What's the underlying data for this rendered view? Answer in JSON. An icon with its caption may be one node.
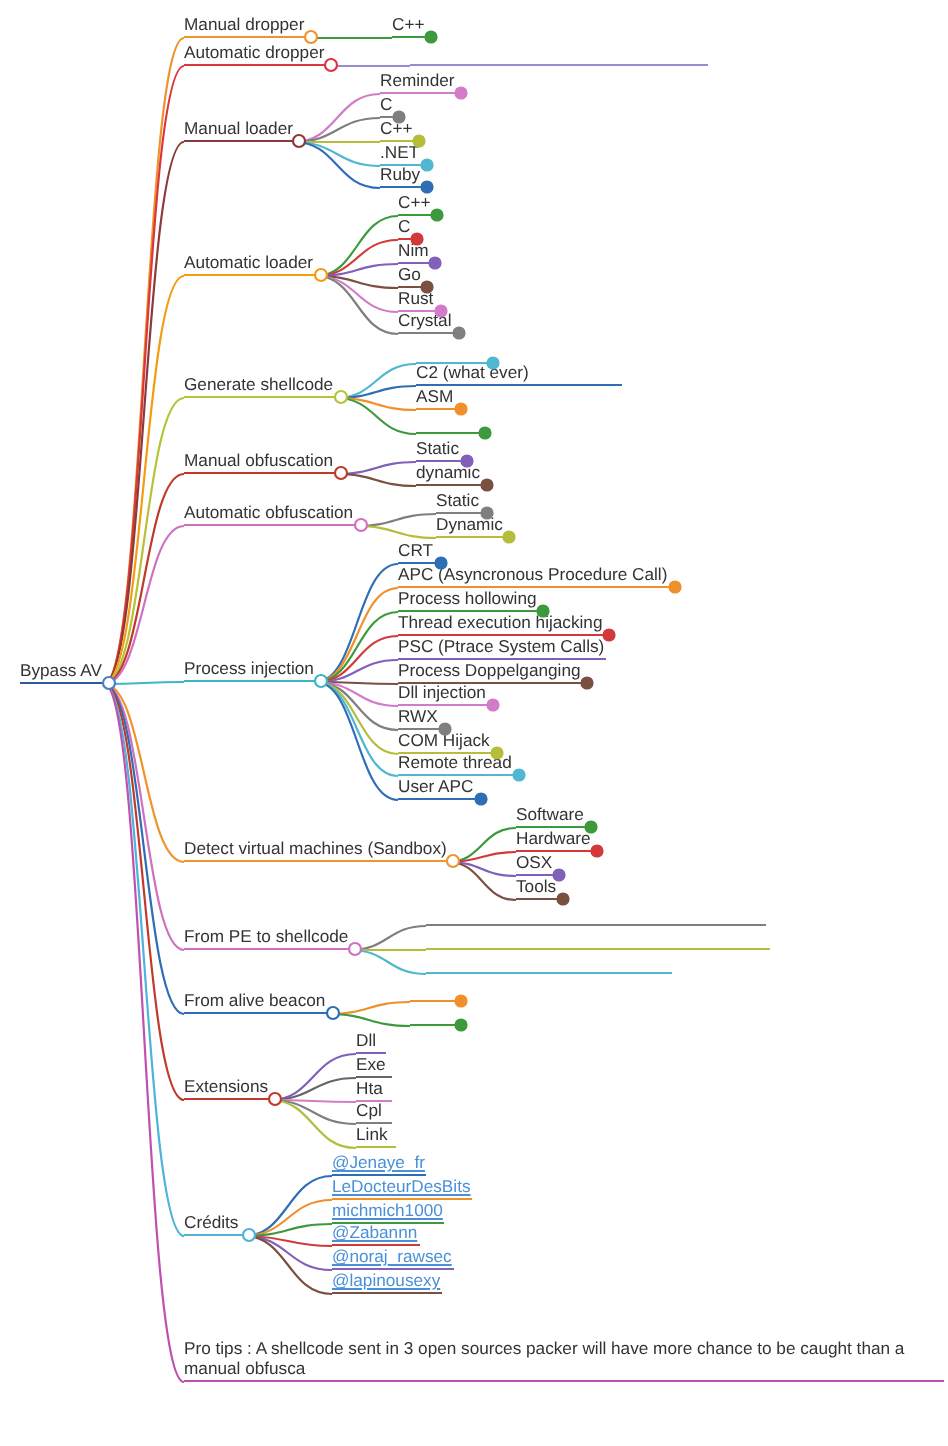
{
  "diagram": {
    "nodes": [
      {
        "text": [
          "Bypass AV"
        ]
      },
      {
        "text": [
          "Manual dropper"
        ]
      },
      {
        "text": [
          "C++"
        ]
      },
      {
        "text": [
          "Automatic dropper"
        ]
      },
      {
        "text": [],
        "shape": "line"
      },
      {
        "text": [
          "Manual loader"
        ]
      },
      {
        "text": [
          "Reminder"
        ]
      },
      {
        "text": [
          "C"
        ]
      },
      {
        "text": [
          "C++"
        ]
      },
      {
        "text": [
          ".NET"
        ]
      },
      {
        "text": [
          "Ruby"
        ]
      },
      {
        "text": [
          "Automatic loader"
        ]
      },
      {
        "text": [
          "C++"
        ]
      },
      {
        "text": [
          "C"
        ]
      },
      {
        "text": [
          "Nim"
        ]
      },
      {
        "text": [
          "Go"
        ]
      },
      {
        "text": [
          "Rust"
        ]
      },
      {
        "text": [
          "Crystal"
        ]
      },
      {
        "text": [
          "Generate shellcode"
        ]
      },
      {
        "text": [],
        "shape": "circle"
      },
      {
        "text": [
          "C2 (what ever)"
        ]
      },
      {
        "text": [
          "ASM"
        ]
      },
      {
        "text": [],
        "shape": "circle"
      },
      {
        "text": [
          "Manual obfuscation"
        ]
      },
      {
        "text": [
          "Static"
        ]
      },
      {
        "text": [
          "dynamic"
        ]
      },
      {
        "text": [
          "Automatic obfuscation"
        ]
      },
      {
        "text": [
          "Static"
        ]
      },
      {
        "text": [
          "Dynamic"
        ]
      },
      {
        "text": [
          "Process injection"
        ]
      },
      {
        "text": [
          "CRT"
        ]
      },
      {
        "text": [
          "APC (Asyncronous Procedure Call)"
        ]
      },
      {
        "text": [
          "Process hollowing"
        ]
      },
      {
        "text": [
          "Thread execution hijacking"
        ]
      },
      {
        "text": [
          "PSC (Ptrace System Calls)"
        ]
      },
      {
        "text": [
          "Process Doppelganging"
        ]
      },
      {
        "text": [
          "Dll injection"
        ]
      },
      {
        "text": [
          "RWX"
        ]
      },
      {
        "text": [
          "COM Hijack"
        ]
      },
      {
        "text": [
          "Remote thread"
        ]
      },
      {
        "text": [
          "User APC"
        ]
      },
      {
        "text": [
          "Detect virtual machines (Sandbox)"
        ]
      },
      {
        "text": [
          "Software"
        ]
      },
      {
        "text": [
          "Hardware"
        ]
      },
      {
        "text": [
          "OSX"
        ]
      },
      {
        "text": [
          "Tools"
        ]
      },
      {
        "text": [
          "From PE to shellcode"
        ]
      },
      {
        "text": [],
        "shape": "line"
      },
      {
        "text": [],
        "shape": "line"
      },
      {
        "text": [],
        "shape": "line"
      },
      {
        "text": [
          "From alive beacon"
        ]
      },
      {
        "text": [],
        "shape": "circle"
      },
      {
        "text": [],
        "shape": "circle"
      },
      {
        "text": [
          "Extensions"
        ]
      },
      {
        "text": [
          "Dll"
        ]
      },
      {
        "text": [
          "Exe"
        ]
      },
      {
        "text": [
          "Hta"
        ]
      },
      {
        "text": [
          "Cpl"
        ]
      },
      {
        "text": [
          "Link"
        ]
      },
      {
        "text": [
          "Crédits"
        ]
      },
      {
        "text": [
          "@Jenaye_fr"
        ]
      },
      {
        "text": [
          "LeDocteurDesBits"
        ]
      },
      {
        "text": [
          "michmich1000"
        ]
      },
      {
        "text": [
          "@Zabannn"
        ]
      },
      {
        "text": [
          "@noraj_rawsec"
        ]
      },
      {
        "text": [
          "@lapinousexy"
        ]
      },
      {
        "text": [
          "Pro tips : A shellcode sent in 3 open sources packer will have more chance to be caught than a manual obfusca"
        ]
      }
    ],
    "edges": [
      {
        "from": 0,
        "to": 1,
        "arrow": "none",
        "color": "#f0932b"
      },
      {
        "from": 1,
        "to": 2,
        "arrow": "none",
        "color": "#3c9a3c"
      },
      {
        "from": 0,
        "to": 3,
        "arrow": "none",
        "color": "#d9363e"
      },
      {
        "from": 3,
        "to": 4,
        "arrow": "none",
        "color": "#9b8ad0"
      },
      {
        "from": 0,
        "to": 5,
        "arrow": "none",
        "color": "#8b3a3a"
      },
      {
        "from": 5,
        "to": 6,
        "arrow": "none",
        "color": "#d27bc8"
      },
      {
        "from": 5,
        "to": 7,
        "arrow": "none",
        "color": "#7f7f7f"
      },
      {
        "from": 5,
        "to": 8,
        "arrow": "none",
        "color": "#b5bd3a"
      },
      {
        "from": 5,
        "to": 9,
        "arrow": "none",
        "color": "#4fb8d0"
      },
      {
        "from": 5,
        "to": 10,
        "arrow": "none",
        "color": "#2f6db5"
      },
      {
        "from": 0,
        "to": 11,
        "arrow": "none",
        "color": "#f39c12"
      },
      {
        "from": 11,
        "to": 12,
        "arrow": "none",
        "color": "#3c9a3c"
      },
      {
        "from": 11,
        "to": 13,
        "arrow": "none",
        "color": "#d23a3a"
      },
      {
        "from": 11,
        "to": 14,
        "arrow": "none",
        "color": "#8060b8"
      },
      {
        "from": 11,
        "to": 15,
        "arrow": "none",
        "color": "#7a5040"
      },
      {
        "from": 11,
        "to": 16,
        "arrow": "none",
        "color": "#d27bc8"
      },
      {
        "from": 11,
        "to": 17,
        "arrow": "none",
        "color": "#7f7f7f"
      },
      {
        "from": 0,
        "to": 18,
        "arrow": "none",
        "color": "#b5c334"
      },
      {
        "from": 18,
        "to": 19,
        "arrow": "none",
        "color": "#4fb8d0"
      },
      {
        "from": 18,
        "to": 20,
        "arrow": "none",
        "color": "#2f6db5"
      },
      {
        "from": 18,
        "to": 21,
        "arrow": "none",
        "color": "#f0902a"
      },
      {
        "from": 18,
        "to": 22,
        "arrow": "none",
        "color": "#3c9a3c"
      },
      {
        "from": 0,
        "to": 23,
        "arrow": "none",
        "color": "#c0392b"
      },
      {
        "from": 23,
        "to": 24,
        "arrow": "none",
        "color": "#8060b8"
      },
      {
        "from": 23,
        "to": 25,
        "arrow": "none",
        "color": "#7a5040"
      },
      {
        "from": 0,
        "to": 26,
        "arrow": "none",
        "color": "#d070c0"
      },
      {
        "from": 26,
        "to": 27,
        "arrow": "none",
        "color": "#7f7f7f"
      },
      {
        "from": 26,
        "to": 28,
        "arrow": "none",
        "color": "#b5bd3a"
      },
      {
        "from": 0,
        "to": 29,
        "arrow": "none",
        "color": "#3cb5c8"
      },
      {
        "from": 29,
        "to": 30,
        "arrow": "none",
        "color": "#2f6db5"
      },
      {
        "from": 29,
        "to": 31,
        "arrow": "none",
        "color": "#f0902a"
      },
      {
        "from": 29,
        "to": 32,
        "arrow": "none",
        "color": "#3c9a3c"
      },
      {
        "from": 29,
        "to": 33,
        "arrow": "none",
        "color": "#d23a3a"
      },
      {
        "from": 29,
        "to": 34,
        "arrow": "none",
        "color": "#8060b8"
      },
      {
        "from": 29,
        "to": 35,
        "arrow": "none",
        "color": "#7a5040"
      },
      {
        "from": 29,
        "to": 36,
        "arrow": "none",
        "color": "#d27bc8"
      },
      {
        "from": 29,
        "to": 37,
        "arrow": "none",
        "color": "#7f7f7f"
      },
      {
        "from": 29,
        "to": 38,
        "arrow": "none",
        "color": "#b5bd3a"
      },
      {
        "from": 29,
        "to": 39,
        "arrow": "none",
        "color": "#4fb8d0"
      },
      {
        "from": 29,
        "to": 40,
        "arrow": "none",
        "color": "#2f6db5"
      },
      {
        "from": 0,
        "to": 41,
        "arrow": "none",
        "color": "#f0932b"
      },
      {
        "from": 41,
        "to": 42,
        "arrow": "none",
        "color": "#3c9a3c"
      },
      {
        "from": 41,
        "to": 43,
        "arrow": "none",
        "color": "#d23a3a"
      },
      {
        "from": 41,
        "to": 44,
        "arrow": "none",
        "color": "#8060b8"
      },
      {
        "from": 41,
        "to": 45,
        "arrow": "none",
        "color": "#7a5040"
      },
      {
        "from": 0,
        "to": 46,
        "arrow": "none",
        "color": "#d070c0"
      },
      {
        "from": 46,
        "to": 47,
        "arrow": "none",
        "color": "#7f7f7f"
      },
      {
        "from": 46,
        "to": 48,
        "arrow": "none",
        "color": "#b5bd3a"
      },
      {
        "from": 46,
        "to": 49,
        "arrow": "none",
        "color": "#4fb8d0"
      },
      {
        "from": 0,
        "to": 50,
        "arrow": "none",
        "color": "#2f6db5"
      },
      {
        "from": 50,
        "to": 51,
        "arrow": "none",
        "color": "#f0902a"
      },
      {
        "from": 50,
        "to": 52,
        "arrow": "none",
        "color": "#3c9a3c"
      },
      {
        "from": 0,
        "to": 53,
        "arrow": "none",
        "color": "#c0392b"
      },
      {
        "from": 53,
        "to": 54,
        "arrow": "none",
        "color": "#8060b8"
      },
      {
        "from": 53,
        "to": 55,
        "arrow": "none",
        "color": "#666666"
      },
      {
        "from": 53,
        "to": 56,
        "arrow": "none",
        "color": "#d27bc8"
      },
      {
        "from": 53,
        "to": 57,
        "arrow": "none",
        "color": "#7f7f7f"
      },
      {
        "from": 53,
        "to": 58,
        "arrow": "none",
        "color": "#b5bd3a"
      },
      {
        "from": 0,
        "to": 59,
        "arrow": "none",
        "color": "#4fb3d9"
      },
      {
        "from": 59,
        "to": 60,
        "arrow": "none",
        "color": "#2f6db5"
      },
      {
        "from": 59,
        "to": 61,
        "arrow": "none",
        "color": "#f0902a"
      },
      {
        "from": 59,
        "to": 62,
        "arrow": "none",
        "color": "#3c9a3c"
      },
      {
        "from": 59,
        "to": 63,
        "arrow": "none",
        "color": "#d23a3a"
      },
      {
        "from": 59,
        "to": 64,
        "arrow": "none",
        "color": "#8060b8"
      },
      {
        "from": 59,
        "to": 65,
        "arrow": "none",
        "color": "#7a5040"
      },
      {
        "from": 0,
        "to": 66,
        "arrow": "none",
        "color": "#c050b0"
      }
    ]
  }
}
